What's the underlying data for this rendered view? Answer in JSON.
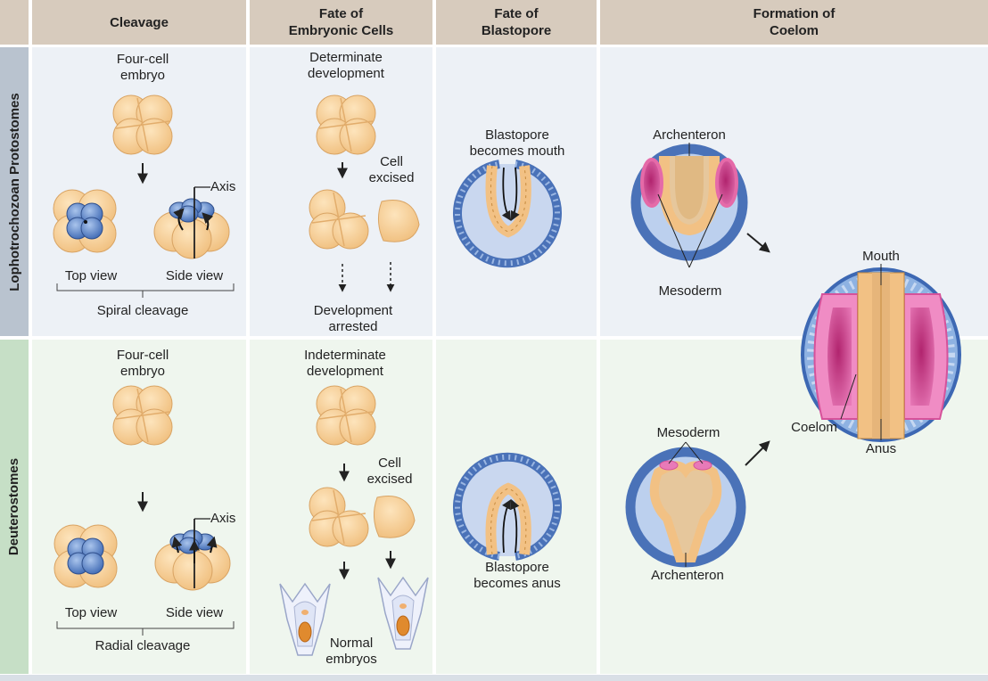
{
  "headers": {
    "cleavage": "Cleavage",
    "fate_cells": "Fate of\nEmbryonic Cells",
    "fate_blastopore": "Fate of\nBlastopore",
    "coelom": "Formation of\nCoelom"
  },
  "rows": {
    "protostomes": "Lophotrochozoan Protostomes",
    "deuterostomes": "Deuterostomes"
  },
  "proto": {
    "four_cell": "Four-cell\nembryo",
    "axis": "Axis",
    "top_view": "Top view",
    "side_view": "Side view",
    "cleavage_type": "Spiral cleavage",
    "development": "Determinate\ndevelopment",
    "cell_excised": "Cell\nexcised",
    "arrested": "Development\narrested",
    "blastopore": "Blastopore\nbecomes mouth",
    "archenteron": "Archenteron",
    "mesoderm": "Mesoderm"
  },
  "deut": {
    "four_cell": "Four-cell\nembryo",
    "axis": "Axis",
    "top_view": "Top view",
    "side_view": "Side view",
    "cleavage_type": "Radial cleavage",
    "development": "Indeterminate\ndevelopment",
    "cell_excised": "Cell\nexcised",
    "normal": "Normal\nembryos",
    "blastopore": "Blastopore\nbecomes anus",
    "mesoderm": "Mesoderm",
    "archenteron": "Archenteron"
  },
  "coelom_final": {
    "mouth": "Mouth",
    "coelom": "Coelom",
    "anus": "Anus"
  },
  "colors": {
    "header_bg": "#d7cbbd",
    "proto_side": "#b9c3cf",
    "deut_side": "#c6dfc6",
    "proto_bg": "#edf1f6",
    "deut_bg": "#eff6ee",
    "cell_tan": "#f6cf98",
    "blue": "#5d86c8",
    "pink": "#d6529a"
  }
}
